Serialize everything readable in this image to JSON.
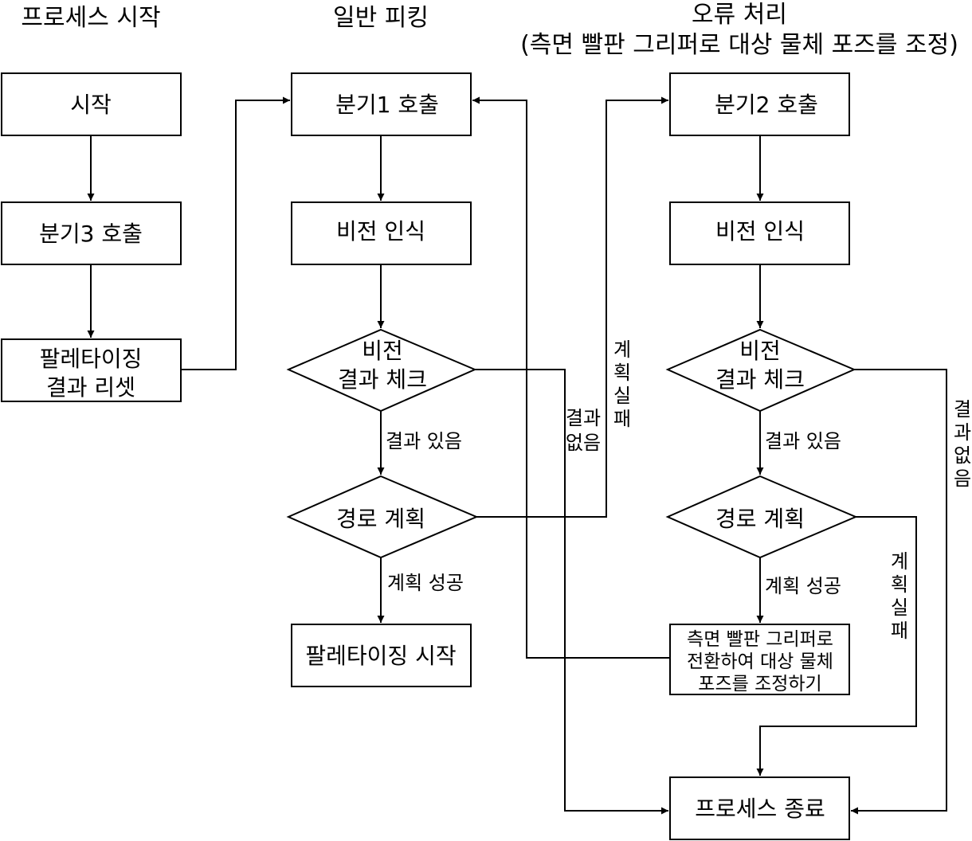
{
  "sections": {
    "start": "프로세스 시작",
    "normal": "일반 피킹",
    "error_title": "오류 처리",
    "error_subtitle": "(측면 빨판 그리퍼로 대상 물체 포즈를 조정)"
  },
  "nodes": {
    "start": "시작",
    "call3": "분기3 호출",
    "reset_1": "팔레타이징",
    "reset_2": "결과 리셋",
    "call1": "분기1 호출",
    "vision1": "비전 인식",
    "check1_1": "비전",
    "check1_2": "결과 체크",
    "plan1": "경로 계획",
    "pallet_start": "팔레타이징 시작",
    "call2": "분기2 호출",
    "vision2": "비전 인식",
    "check2_1": "비전",
    "check2_2": "결과 체크",
    "plan2": "경로 계획",
    "adjust_1": "측면 빨판 그리퍼로",
    "adjust_2": "전환하여 대상 물체",
    "adjust_3": "포즈를 조정하기",
    "end": "프로세스 종료"
  },
  "labels": {
    "has_result_1": "결과 있음",
    "has_result_2": "결과 있음",
    "plan_success_1": "계획 성공",
    "plan_success_2": "계획 성공",
    "no_result_1_a": "결과",
    "no_result_1_b": "없음",
    "plan_fail_1": [
      "계",
      "획",
      "실",
      "패"
    ],
    "no_result_2": [
      "결",
      "과",
      "없",
      "음"
    ],
    "plan_fail_2": [
      "계",
      "획",
      "실",
      "패"
    ]
  }
}
